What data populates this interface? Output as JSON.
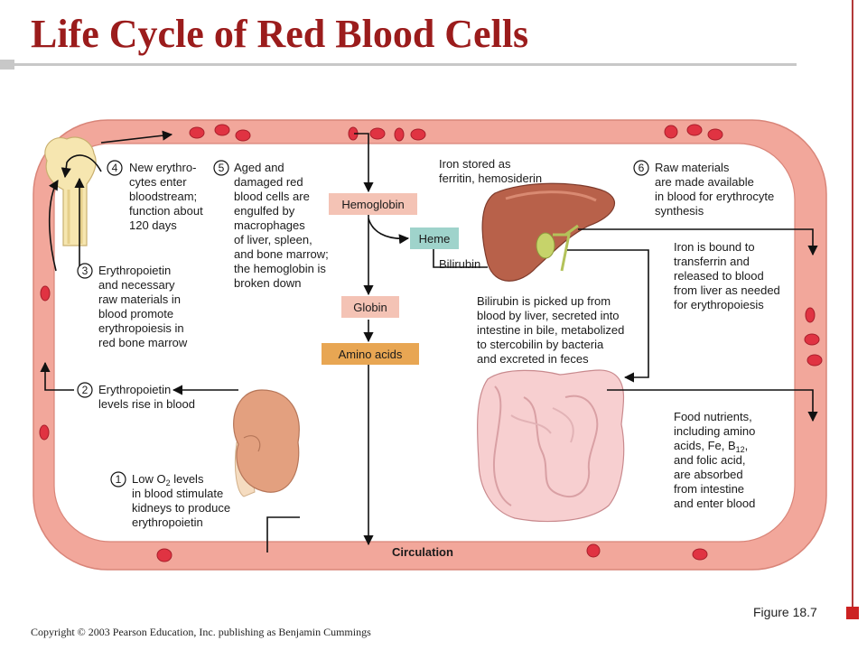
{
  "slide": {
    "title": "Life Cycle of Red Blood Cells",
    "figure_label": "Figure 18.7",
    "copyright": "Copyright © 2003 Pearson Education, Inc. publishing as Benjamin Cummings"
  },
  "diagram": {
    "boxes": {
      "hemoglobin": "Hemoglobin",
      "heme": "Heme",
      "globin": "Globin",
      "amino_acids": "Amino acids"
    },
    "labels": {
      "bilirubin": "Bilirubin",
      "circulation": "Circulation",
      "iron_stored": [
        "Iron stored as",
        "ferritin, hemosiderin"
      ],
      "iron_bound": [
        "Iron is bound to",
        "transferrin and",
        "released to blood",
        "from liver as needed",
        "for erythropoiesis"
      ],
      "bilirubin_text": [
        "Bilirubin is picked up from",
        "blood by liver, secreted into",
        "intestine in bile, metabolized",
        "to stercobilin by bacteria",
        "and excreted in feces"
      ],
      "food_nutrients": [
        "Food nutrients,",
        "including amino",
        "acids, Fe, B",
        "and folic acid,",
        "are absorbed",
        "from intestine",
        "and enter blood"
      ],
      "b12_subscript": "12"
    },
    "steps": [
      {
        "num": "1",
        "lines": [
          "Low O",
          "in blood stimulate",
          "kidneys to produce",
          "erythropoietin"
        ],
        "o2_subscript": "2",
        "o2_suffix": " levels"
      },
      {
        "num": "2",
        "lines": [
          "Erythropoietin",
          "levels rise in blood"
        ]
      },
      {
        "num": "3",
        "lines": [
          "Erythropoietin",
          "and necessary",
          "raw materials in",
          "blood promote",
          "erythropoiesis in",
          "red bone marrow"
        ]
      },
      {
        "num": "4",
        "lines": [
          "New erythro-",
          "cytes enter",
          "bloodstream;",
          "function about",
          "120 days"
        ]
      },
      {
        "num": "5",
        "lines": [
          "Aged and",
          "damaged red",
          "blood cells are",
          "engulfed by",
          "macrophages",
          "of liver, spleen,",
          "and bone marrow;",
          "the hemoglobin is",
          "broken down"
        ]
      },
      {
        "num": "6",
        "lines": [
          "Raw materials",
          "are made available",
          "in blood for erythrocyte",
          "synthesis"
        ]
      }
    ],
    "colors": {
      "vessel_wall": "#f2a79b",
      "vessel_inner": "#ffffff",
      "hemoglobin_box": "#f4c3b5",
      "heme_box": "#9fd3cb",
      "globin_box": "#f4c3b5",
      "amino_box": "#e8a653",
      "rbc": "#e03342",
      "title": "#9b1c1c"
    },
    "organs": [
      "bone-marrow",
      "kidney",
      "liver",
      "gallbladder",
      "intestine"
    ]
  }
}
